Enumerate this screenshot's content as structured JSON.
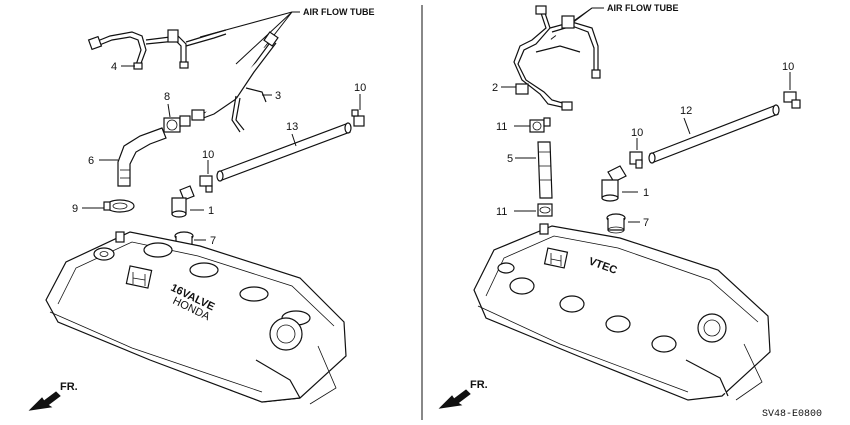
{
  "left_panel": {
    "callout": "AIR FLOW TUBE",
    "labels": [
      "4",
      "8",
      "3",
      "13",
      "10",
      "6",
      "10",
      "9",
      "1",
      "7"
    ],
    "cover_text": [
      "16VALVE",
      "HONDA"
    ],
    "front_marker": "FR."
  },
  "right_panel": {
    "callout": "AIR FLOW TUBE",
    "labels": [
      "2",
      "10",
      "11",
      "12",
      "10",
      "5",
      "1",
      "11",
      "7"
    ],
    "cover_text": [
      "VTEC"
    ],
    "front_marker": "FR.",
    "diagram_code": "SV48-E0800"
  },
  "colors": {
    "line": "#111111",
    "background": "#ffffff"
  },
  "icons": [
    "front-arrow-icon",
    "honda-h-logo-icon"
  ]
}
